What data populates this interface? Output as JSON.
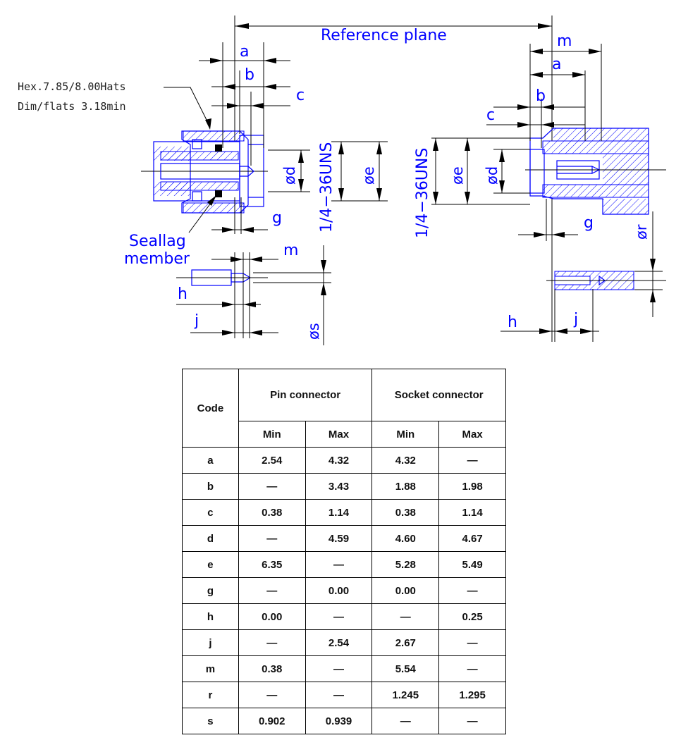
{
  "drawing": {
    "reference_plane": "Reference plane",
    "hex_note": [
      "Hex.7.85/8.00Hats",
      "Dim/flats 3.18min"
    ],
    "seal_label": [
      "Seallag",
      "member"
    ],
    "thread_label": "1/4−36UNS",
    "pin_labels": {
      "a": "a",
      "b": "b",
      "c": "c",
      "d": "ød",
      "e": "øe",
      "g": "g",
      "m": "m",
      "h": "h",
      "j": "j",
      "s": "øs"
    },
    "socket_labels": {
      "m": "m",
      "a": "a",
      "b": "b",
      "c": "c",
      "d": "ød",
      "e": "øe",
      "g": "g",
      "r": "ør",
      "h": "h",
      "j": "j"
    }
  },
  "table": {
    "code_header": "Code",
    "pin_header": "Pin connector",
    "socket_header": "Socket connector",
    "sub_headers": [
      "Min",
      "Max",
      "Min",
      "Max"
    ],
    "rows": [
      {
        "code": "a",
        "pin_min": "2.54",
        "pin_max": "4.32",
        "socket_min": "4.32",
        "socket_max": "—"
      },
      {
        "code": "b",
        "pin_min": "—",
        "pin_max": "3.43",
        "socket_min": "1.88",
        "socket_max": "1.98"
      },
      {
        "code": "c",
        "pin_min": "0.38",
        "pin_max": "1.14",
        "socket_min": "0.38",
        "socket_max": "1.14"
      },
      {
        "code": "d",
        "pin_min": "—",
        "pin_max": "4.59",
        "socket_min": "4.60",
        "socket_max": "4.67"
      },
      {
        "code": "e",
        "pin_min": "6.35",
        "pin_max": "—",
        "socket_min": "5.28",
        "socket_max": "5.49"
      },
      {
        "code": "g",
        "pin_min": "—",
        "pin_max": "0.00",
        "socket_min": "0.00",
        "socket_max": "—"
      },
      {
        "code": "h",
        "pin_min": "0.00",
        "pin_max": "—",
        "socket_min": "—",
        "socket_max": "0.25"
      },
      {
        "code": "j",
        "pin_min": "—",
        "pin_max": "2.54",
        "socket_min": "2.67",
        "socket_max": "—"
      },
      {
        "code": "m",
        "pin_min": "0.38",
        "pin_max": "—",
        "socket_min": "5.54",
        "socket_max": "—"
      },
      {
        "code": "r",
        "pin_min": "—",
        "pin_max": "—",
        "socket_min": "1.245",
        "socket_max": "1.295"
      },
      {
        "code": "s",
        "pin_min": "0.902",
        "pin_max": "0.939",
        "socket_min": "—",
        "socket_max": "—"
      }
    ]
  }
}
